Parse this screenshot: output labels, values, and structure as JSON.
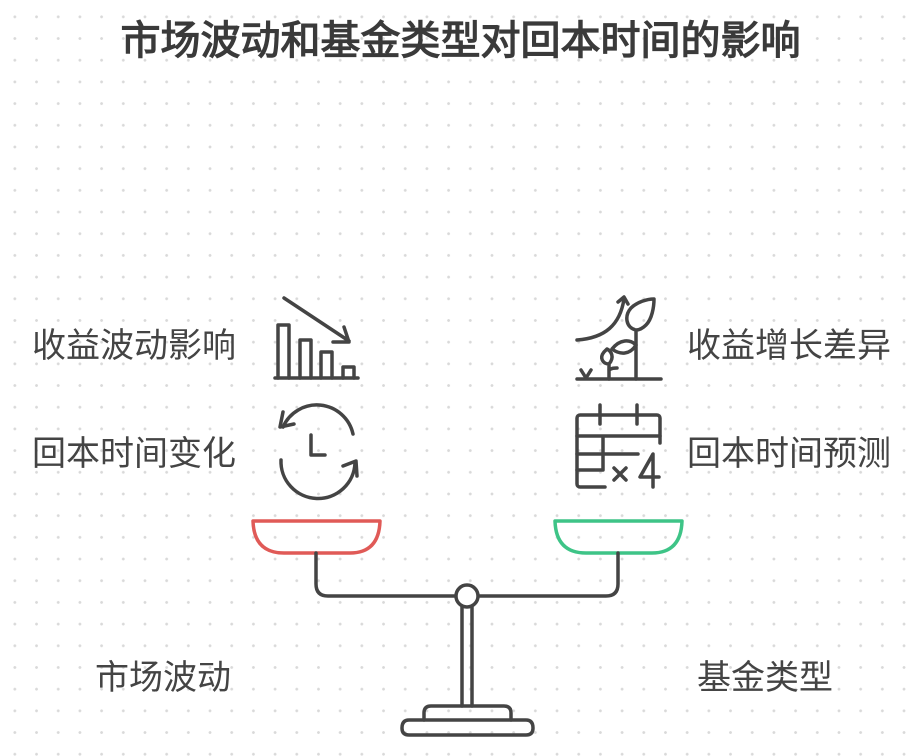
{
  "title": "市场波动和基金类型对回本时间的影响",
  "left": {
    "items": [
      {
        "label": "收益波动影响",
        "icon": "declining-bar-chart-icon"
      },
      {
        "label": "回本时间变化",
        "icon": "clock-cycle-icon"
      }
    ],
    "category": "市场波动",
    "color": "#e05a57"
  },
  "right": {
    "items": [
      {
        "label": "收益增长差异",
        "icon": "growing-plant-icon"
      },
      {
        "label": "回本时间预测",
        "icon": "calendar-multiply-icon"
      }
    ],
    "category": "基金类型",
    "color": "#3ec487",
    "calendar_mark": "x4"
  }
}
